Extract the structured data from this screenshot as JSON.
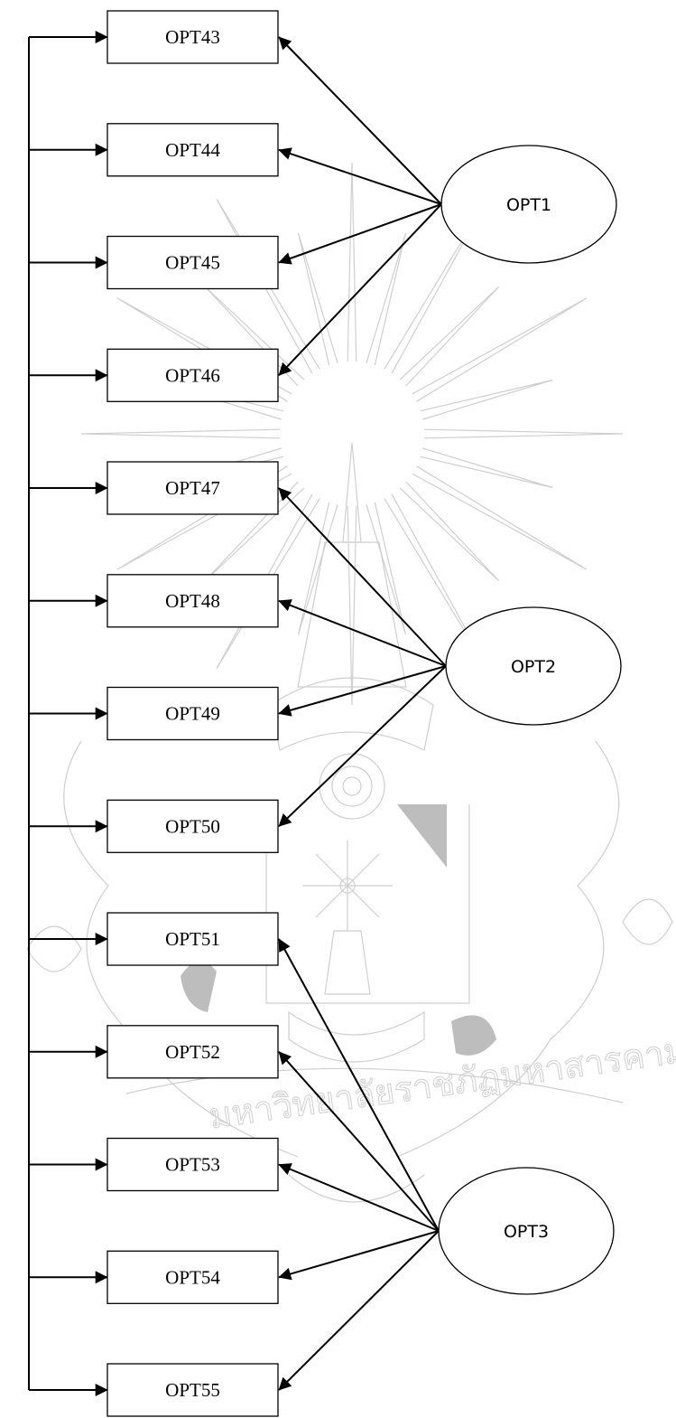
{
  "diagram": {
    "indicators": [
      "OPT43",
      "OPT44",
      "OPT45",
      "OPT46",
      "OPT47",
      "OPT48",
      "OPT49",
      "OPT50",
      "OPT51",
      "OPT52",
      "OPT53",
      "OPT54",
      "OPT55"
    ],
    "factors": [
      {
        "label": "OPT1",
        "indicators": [
          "OPT43",
          "OPT44",
          "OPT45",
          "OPT46"
        ]
      },
      {
        "label": "OPT2",
        "indicators": [
          "OPT47",
          "OPT48",
          "OPT49",
          "OPT50"
        ]
      },
      {
        "label": "OPT3",
        "indicators": [
          "OPT51",
          "OPT52",
          "OPT53",
          "OPT54",
          "OPT55"
        ]
      }
    ],
    "watermark_text": "มหาวิทยาลัยราชภัฏมหาสารคาม",
    "colors": {
      "stroke": "#000000",
      "background": "#ffffff",
      "watermark": "#cfcfcf"
    }
  }
}
